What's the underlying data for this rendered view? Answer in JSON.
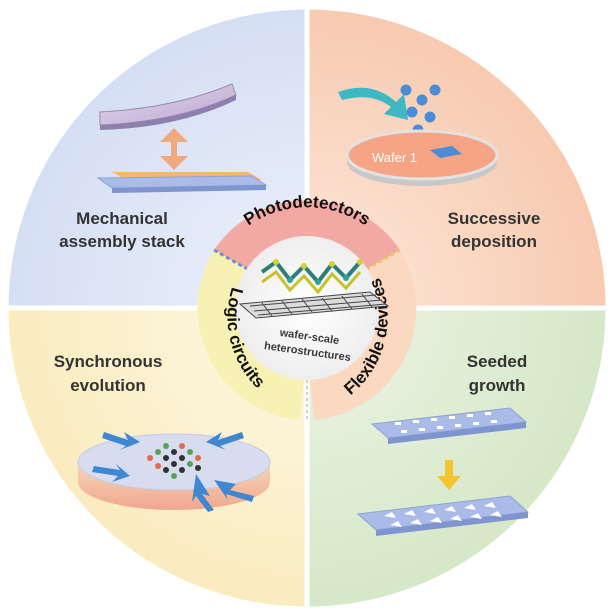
{
  "quadrants": [
    {
      "id": "tl",
      "lines": [
        "Mechanical",
        "assembly stack"
      ],
      "color": "#dbe3f5"
    },
    {
      "id": "tr",
      "lines": [
        "Successive",
        "deposition"
      ],
      "color": "#f9d3bd"
    },
    {
      "id": "bl",
      "lines": [
        "Synchronous",
        "evolution"
      ],
      "color": "#fbf0c9"
    },
    {
      "id": "br",
      "lines": [
        "Seeded",
        "growth"
      ],
      "color": "#dcebd0"
    }
  ],
  "applications": {
    "top": "Photodetectors",
    "left": "Logic circuits",
    "right": "Flexible devices"
  },
  "center": {
    "line1": "wafer-scale",
    "line2": "heterostructures"
  },
  "wafer_label": "Wafer 1",
  "colors": {
    "ring_top": "#f3a9a3",
    "ring_left": "#f7f1b4",
    "ring_right": "#fbd9c0",
    "divider": "#ffffff",
    "arrow_blue": "#3f87d1",
    "arrow_orange": "#f0a97c",
    "arrow_teal": "#3fb7c4",
    "arrow_yellow": "#f3c530",
    "dot_blue": "#4a8dd6",
    "substrate_blue": "#a9bbe6",
    "film_orange": "#f6b76c",
    "wafer_salmon": "#f5a585"
  }
}
